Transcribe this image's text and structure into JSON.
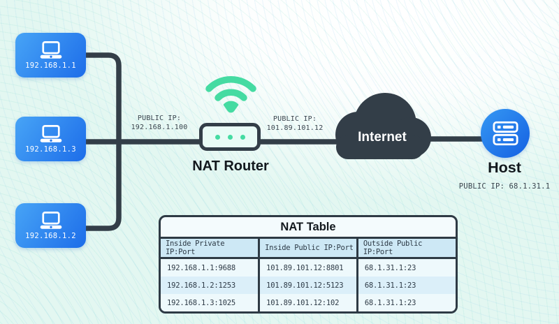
{
  "colors": {
    "accent_green": "#45dba2",
    "dark": "#333e48",
    "client_blue_start": "#47a4f6",
    "client_blue_end": "#1d6de9",
    "table_header_bg": "#cde8f5"
  },
  "clients": [
    {
      "ip": "192.168.1.1"
    },
    {
      "ip": "192.168.1.3"
    },
    {
      "ip": "192.168.1.2"
    }
  ],
  "router": {
    "label": "NAT Router",
    "public_ip_label": "PUBLIC IP:",
    "public_ip": "192.168.1.100"
  },
  "wan": {
    "public_ip_label": "PUBLIC IP:",
    "public_ip": "101.89.101.12"
  },
  "internet": {
    "label": "Internet"
  },
  "host": {
    "label": "Host",
    "public_ip_text": "PUBLIC IP: 68.1.31.1"
  },
  "nat_table": {
    "title": "NAT Table",
    "columns": [
      "Inside Private IP:Port",
      "Inside Public IP:Port",
      "Outside Public IP:Port"
    ],
    "rows": [
      [
        "192.168.1.1:9688",
        "101.89.101.12:8801",
        "68.1.31.1:23"
      ],
      [
        "192.168.1.2:1253",
        "101.89.101.12:5123",
        "68.1.31.1:23"
      ],
      [
        "192.168.1.3:1025",
        "101.89.101.12:102",
        "68.1.31.1:23"
      ]
    ]
  }
}
